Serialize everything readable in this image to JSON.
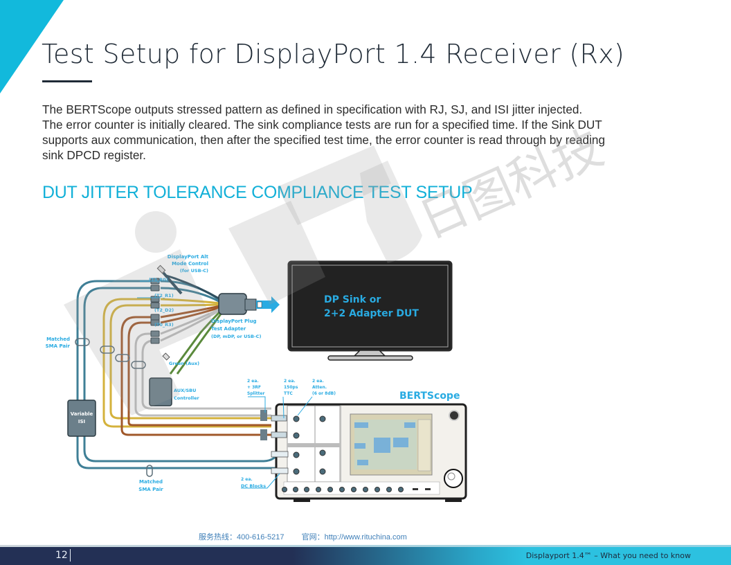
{
  "page": {
    "title": "Test Setup for DisplayPort 1.4 Receiver (Rx)",
    "paragraph_lines": [
      "The BERTScope outputs stressed pattern as defined in specification with RJ, SJ, and ISI jitter injected.",
      "The error counter is initially cleared. The sink compliance tests are run for a specified time. If the Sink DUT",
      "supports aux communication, then after the specified test time, the error counter is read through by reading",
      "sink DPCD register."
    ],
    "section_heading": "DUT JITTER TOLERANCE COMPLIANCE TEST SETUP"
  },
  "watermark": {
    "logo_text": "RiTU",
    "chinese_text": "日图科技"
  },
  "diagram": {
    "colors": {
      "accent": "#29abe2",
      "lane_blue": "#3f7f96",
      "lane_yellow": "#d4b23c",
      "lane_brown": "#a0582a",
      "lane_gray": "#b9b9b9",
      "aux_green": "#5b8a3c",
      "box_gray": "#6b7f8a",
      "screen": "#1f1f1f"
    },
    "labels": {
      "alt_mode": [
        "DisplayPort Alt",
        "Mode Control",
        "(for USB-C)"
      ],
      "lane_t3": "(T3_R0)",
      "lane_t2r1": "(T2_R1)",
      "lane_t2d2": "(T2_D2)",
      "lane_t0": "(T0_R3)",
      "plug_adapter": [
        "DisplayPort Plug",
        "Test Adapter",
        "(DP, mDP, or USB-C)"
      ],
      "matched_sma_top": [
        "Matched",
        "SMA Pair"
      ],
      "matched_sma_bottom": [
        "Matched",
        "SMA Pair"
      ],
      "green_aux": "Green (Aux)",
      "aux_controller": [
        "AUX/SBU",
        "Controller"
      ],
      "variable_isi": [
        "Variable",
        "ISI"
      ],
      "splitter": [
        "2 ea.",
        "+ 3RF",
        "Splitter"
      ],
      "ttc": [
        "2 ea.",
        "150ps",
        "TTC"
      ],
      "atten": [
        "2 ea.",
        "Atten.",
        "(6 or 8dB)"
      ],
      "dc_blocks": [
        "2 ea.",
        "DC Blocks"
      ],
      "bertscope": "BERTScope",
      "monitor_text": [
        "DP Sink or",
        "2+2 Adapter DUT"
      ]
    }
  },
  "contact": {
    "hotline": "服务热线：400-616-5217",
    "website": "官网：http://www.rituchina.com"
  },
  "footer": {
    "page_number": "12",
    "doc_title": "Displayport 1.4™ – What you need to know"
  }
}
